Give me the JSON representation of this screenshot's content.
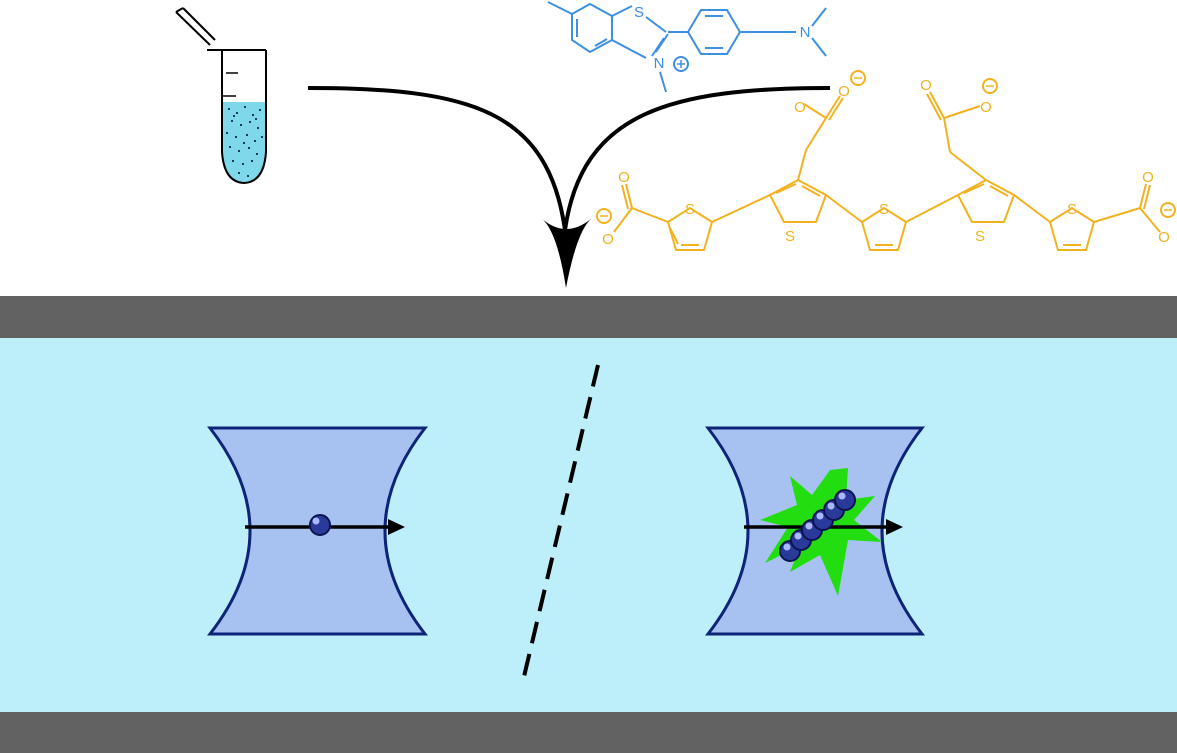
{
  "colors": {
    "background": "#ffffff",
    "channel_wall": "#626262",
    "channel_fluid": "#bdeffb",
    "focal_volume_fill": "#a7c2f1",
    "focal_volume_stroke": "#0e2478",
    "dye_blue": "#3d8fe0",
    "oligothiophene_orange": "#f2b21f",
    "fluorescence_green": "#22dd10",
    "particle": "#2a3a9a",
    "arrow": "#000000",
    "tube_liquid": "#7fd7ea"
  },
  "thioflavin_t": {
    "sulfur": "S",
    "nitrogen_cation": "N",
    "charge_plus": "+"
  },
  "oligothiophene": {
    "sulfur": "S",
    "oxygen": "O",
    "charge_minus": "−"
  },
  "icons": {
    "sample_tube": "microcentrifuge-tube-icon",
    "pipette": "pipette-icon",
    "merge_arrow": "merge-arrow-icon",
    "single_particle": "single-particle-icon",
    "aggregate": "aggregate-chain-icon",
    "fluorescence": "fluorescence-burst-icon"
  }
}
